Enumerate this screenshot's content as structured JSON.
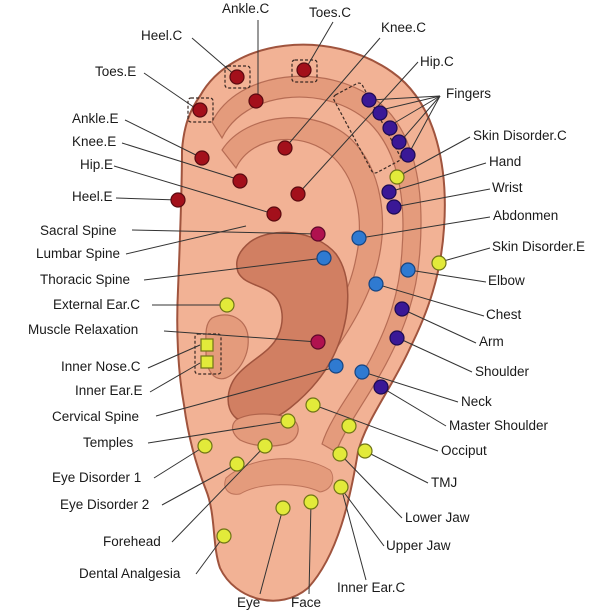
{
  "colors": {
    "skin": "#f2b295",
    "skin_outline": "#a0543e",
    "inner_shade": "#e49b7c",
    "concha": "#d17f62",
    "red_point": "#a3101b",
    "red_stroke": "#5a0a10",
    "purple_point": "#3a1896",
    "purple_stroke": "#1d0b52",
    "blue_point": "#2f7ad1",
    "blue_stroke": "#174480",
    "magenta_point": "#b0124f",
    "magenta_stroke": "#5e0829",
    "yellow_point": "#e2ea3a",
    "yellow_stroke": "#6f7416"
  },
  "labels": {
    "ankle_c": "Ankle.C",
    "toes_c": "Toes.C",
    "knee_c": "Knee.C",
    "heel_c": "Heel.C",
    "hip_c": "Hip.C",
    "toes_e": "Toes.E",
    "fingers": "Fingers",
    "ankle_e": "Ankle.E",
    "knee_e": "Knee.E",
    "hip_e": "Hip.E",
    "heel_e": "Heel.E",
    "skin_disorder_c": "Skin Disorder.C",
    "hand": "Hand",
    "wrist": "Wrist",
    "abdonmen": "Abdonmen",
    "sacral_spine": "Sacral Spine",
    "lumbar_spine": "Lumbar Spine",
    "skin_disorder_e": "Skin Disorder.E",
    "thoracic_spine": "Thoracic Spine",
    "elbow": "Elbow",
    "external_ear_c": "External Ear.C",
    "chest": "Chest",
    "muscle_relaxation": "Muscle Relaxation",
    "arm": "Arm",
    "inner_nose_c": "Inner Nose.C",
    "shoulder": "Shoulder",
    "inner_ear_e": "Inner Ear.E",
    "neck": "Neck",
    "cervical_spine": "Cervical Spine",
    "master_shoulder": "Master Shoulder",
    "temples": "Temples",
    "occiput": "Occiput",
    "eye_disorder_1": "Eye Disorder 1",
    "tmj": "TMJ",
    "eye_disorder_2": "Eye Disorder 2",
    "lower_jaw": "Lower Jaw",
    "forehead": "Forehead",
    "upper_jaw": "Upper Jaw",
    "dental_analgesia": "Dental Analgesia",
    "inner_ear_c": "Inner Ear.C",
    "eye": "Eye",
    "face": "Face"
  }
}
